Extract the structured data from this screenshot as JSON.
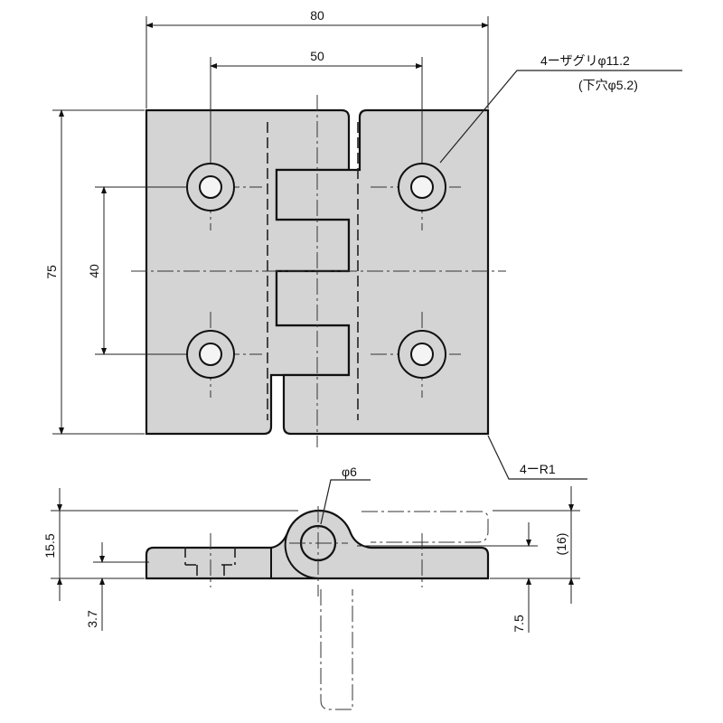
{
  "title": "Hinge dimensional drawing",
  "top_view": {
    "dim_width_overall": "80",
    "dim_hole_pitch_horizontal": "50",
    "dim_height_overall": "75",
    "dim_hole_pitch_vertical": "40",
    "counterbore_note": "4ーザグリφ11.2",
    "pilot_hole_note": "(下穴φ5.2)",
    "corner_radius_note": "4ーR1"
  },
  "side_view": {
    "pin_diameter": "φ6",
    "dim_total_height": "15.5",
    "dim_plate_thickness": "3.7",
    "dim_pin_center_height": "7.5",
    "dim_reference_height": "(16)"
  },
  "colors": {
    "part_fill": "#d4d4d4",
    "line": "#111111"
  }
}
